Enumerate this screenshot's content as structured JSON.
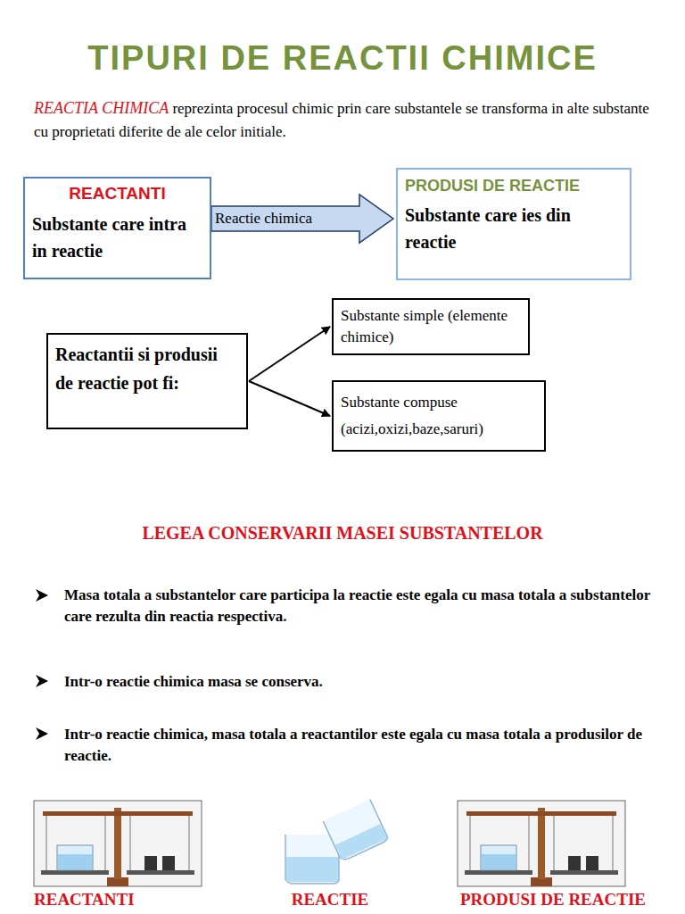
{
  "diagram": {
    "title": "TIPURI DE REACTII CHIMICE",
    "nodes": [
      {
        "text": [
          "REACTANTI",
          "Substante care intra in reactie"
        ]
      },
      {
        "text": [
          "PRODUSI DE REACTIE",
          "Substante care ies din reactie"
        ]
      },
      {
        "text": [
          "Reactantii si produsii de reactie pot fi:"
        ]
      },
      {
        "text": [
          "Substante simple (elemente chimice)"
        ]
      },
      {
        "text": [
          "Substante compuse (acizi,oxizi,baze,saruri)"
        ]
      }
    ],
    "edges": [
      {
        "from": 0,
        "to": 1,
        "label": "Reactie chimica",
        "arrow": "to"
      },
      {
        "from": 2,
        "to": 3,
        "arrow": "to"
      },
      {
        "from": 2,
        "to": 4,
        "arrow": "to"
      }
    ],
    "labels": [
      "REACTIA CHIMICA",
      "reprezinta procesul chimic prin care substantele se transforma in alte substante cu proprietati diferite de ale celor initiale.",
      "LEGEA CONSERVARII MASEI SUBSTANTELOR",
      "Masa totala a substantelor care participa la reactie este egala cu masa totala a substantelor care rezulta din reactia respectiva.",
      "Intr-o reactie chimica masa se conserva.",
      "Intr-o reactie chimica, masa totala a reactantilor este egala cu masa totala a produsilor de reactie.",
      "REACTANTI",
      "REACTIE",
      "PRODUSI DE REACTIE"
    ]
  }
}
